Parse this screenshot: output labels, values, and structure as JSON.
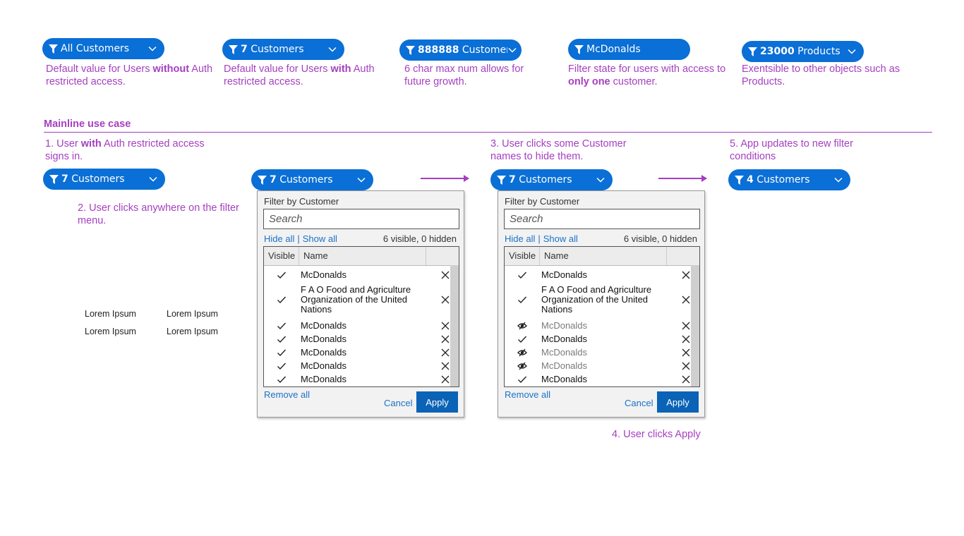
{
  "colors": {
    "accent": "#a53fc0",
    "pill": "#0a6fd6",
    "button": "#0a63b6",
    "link": "#1a72c8"
  },
  "top_examples": [
    {
      "bold": "",
      "text": "All Customers",
      "note": [
        "Default value for Users ",
        "without",
        " Auth restricted access."
      ]
    },
    {
      "bold": "7",
      "text": " Customers",
      "note": [
        "Default value for Users ",
        "with",
        " Auth restricted access."
      ]
    },
    {
      "bold": "888888",
      "text": " Customers",
      "note": [
        "6 char max num allows for future growth.",
        "",
        ""
      ]
    },
    {
      "bold": "",
      "text": "McDonalds",
      "note": [
        "Filter state for users with access to ",
        "only one",
        " customer."
      ]
    },
    {
      "bold": "23000",
      "text": " Products",
      "note": [
        "Exentsible to other objects such as Products.",
        "",
        ""
      ]
    }
  ],
  "section_title": "Mainline use case",
  "steps": {
    "s1_pre": "1. User ",
    "s1_bold": "with",
    "s1_post": " Auth restricted access signs in.",
    "s2": "2. User clicks anywhere on the filter menu.",
    "s3": "3. User clicks some Customer names to hide them.",
    "s4": "4. User clicks Apply",
    "s5": "5. App updates to new filter conditions"
  },
  "pills": {
    "step1": {
      "bold": "7",
      "text": " Customers"
    },
    "step2": {
      "bold": "7",
      "text": " Customers"
    },
    "step3": {
      "bold": "7",
      "text": " Customers"
    },
    "step5": {
      "bold": "4",
      "text": " Customers"
    }
  },
  "lorem": [
    "Lorem Ipsum",
    "Lorem Ipsum",
    "Lorem Ipsum",
    "Lorem Ipsum"
  ],
  "panel": {
    "title": "Filter by Customer",
    "search_placeholder": "Search",
    "hide_all": "Hide all",
    "show_all": "Show all",
    "link_sep": "|",
    "count": "6 visible, 0 hidden",
    "col_visible": "Visible",
    "col_name": "Name",
    "remove_all": "Remove all",
    "cancel": "Cancel",
    "apply": "Apply"
  },
  "panel1_rows": [
    {
      "name": "McDonalds",
      "state": "visible"
    },
    {
      "name": "F A O Food and Agriculture Organization of the United Nations",
      "state": "visible"
    },
    {
      "name": "McDonalds",
      "state": "visible"
    },
    {
      "name": "McDonalds",
      "state": "visible"
    },
    {
      "name": "McDonalds",
      "state": "visible"
    },
    {
      "name": "McDonalds",
      "state": "visible"
    },
    {
      "name": "McDonalds",
      "state": "visible"
    }
  ],
  "panel2_rows": [
    {
      "name": "McDonalds",
      "state": "visible"
    },
    {
      "name": "F A O Food and Agriculture Organization of the United Nations",
      "state": "visible"
    },
    {
      "name": "McDonalds",
      "state": "hidden"
    },
    {
      "name": "McDonalds",
      "state": "visible"
    },
    {
      "name": "McDonalds",
      "state": "hidden"
    },
    {
      "name": "McDonalds",
      "state": "hidden"
    },
    {
      "name": "McDonalds",
      "state": "visible"
    }
  ]
}
